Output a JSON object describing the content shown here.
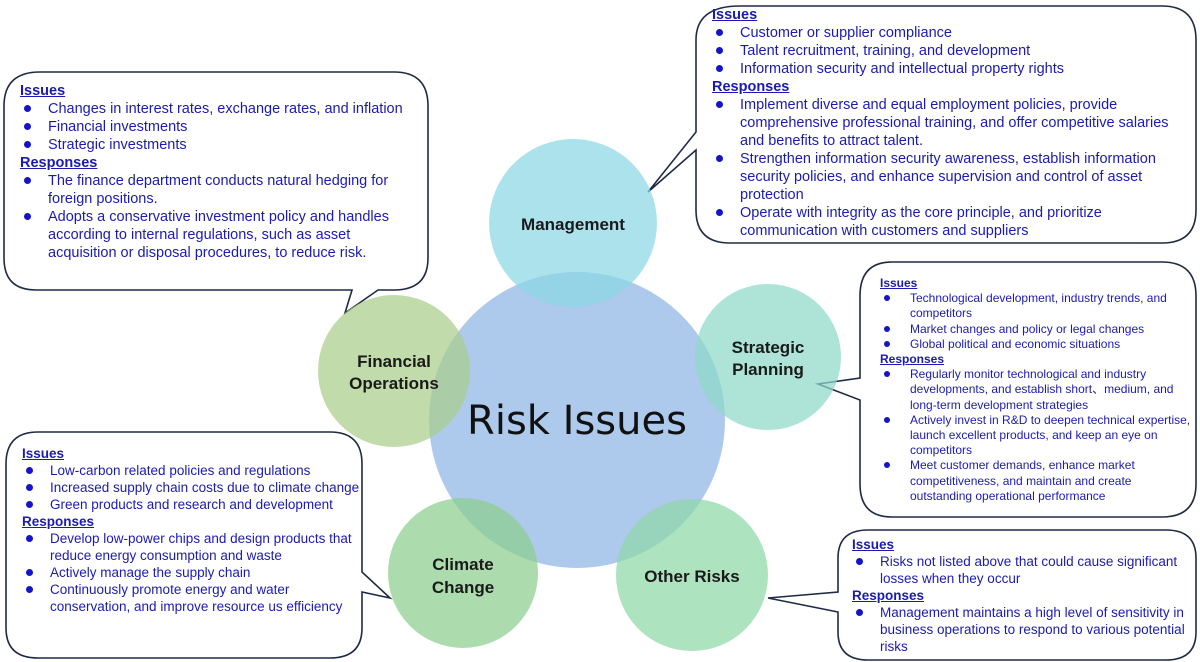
{
  "colors": {
    "center": "#8eb4e3",
    "management": "#8cd7e4",
    "strategic": "#8ed9c8",
    "other": "#8fd8a8",
    "climate": "#8ccf8e",
    "financial": "#a9cd8a",
    "callout_border": "#1f2a44",
    "text": "#1b1bb0"
  },
  "center": {
    "label": "Risk Issues"
  },
  "nodes": {
    "management": {
      "lines": [
        "Management"
      ]
    },
    "strategic": {
      "lines": [
        "Strategic",
        "Planning"
      ]
    },
    "other": {
      "lines": [
        "Other Risks"
      ]
    },
    "climate": {
      "lines": [
        "Climate",
        "Change"
      ]
    },
    "financial": {
      "lines": [
        "Financial",
        "Operations"
      ]
    }
  },
  "callouts": {
    "management": {
      "issues_heading": "Issues",
      "issues": [
        "Customer or supplier compliance",
        "Talent recruitment, training, and development",
        "Information security and intellectual property rights"
      ],
      "responses_heading": "Responses",
      "responses": [
        "Implement diverse and equal employment policies, provide comprehensive professional training, and offer competitive salaries and benefits to attract talent.",
        "Strengthen information security awareness, establish information security policies, and enhance supervision and control of asset protection",
        "Operate with integrity as the core principle, and prioritize communication with customers and suppliers"
      ]
    },
    "financial": {
      "issues_heading": "Issues",
      "issues": [
        "Changes in interest rates, exchange rates, and inflation",
        "Financial investments",
        "Strategic investments"
      ],
      "responses_heading": "Responses",
      "responses": [
        "The finance department conducts natural hedging for foreign positions.",
        "Adopts a conservative investment policy and handles according to internal regulations, such as asset acquisition or disposal procedures, to reduce risk."
      ]
    },
    "strategic": {
      "issues_heading": "Issues",
      "issues": [
        "Technological development, industry trends, and competitors",
        "Market changes and policy or legal changes",
        "Global political and economic situations"
      ],
      "responses_heading": "Responses",
      "responses": [
        "Regularly monitor technological and industry developments, and establish short、medium, and long-term development strategies",
        "Actively invest in R&D to deepen technical expertise, launch excellent products, and keep an eye on competitors",
        "Meet customer demands, enhance market competitiveness, and maintain and create outstanding operational performance"
      ]
    },
    "climate": {
      "issues_heading": "Issues",
      "issues": [
        "Low-carbon related policies and regulations",
        "Increased supply chain costs due to climate change",
        "Green products and research and development"
      ],
      "responses_heading": "Responses",
      "responses": [
        "Develop low-power chips and design products that reduce energy consumption and waste",
        "Actively manage the supply chain",
        "Continuously promote energy and water conservation, and improve resource us efficiency"
      ]
    },
    "other": {
      "issues_heading": "Issues",
      "issues": [
        "Risks not listed above that could cause significant losses when they occur"
      ],
      "responses_heading": "Responses",
      "responses": [
        "Management maintains a high level of sensitivity in business operations to respond to various potential risks"
      ]
    }
  }
}
